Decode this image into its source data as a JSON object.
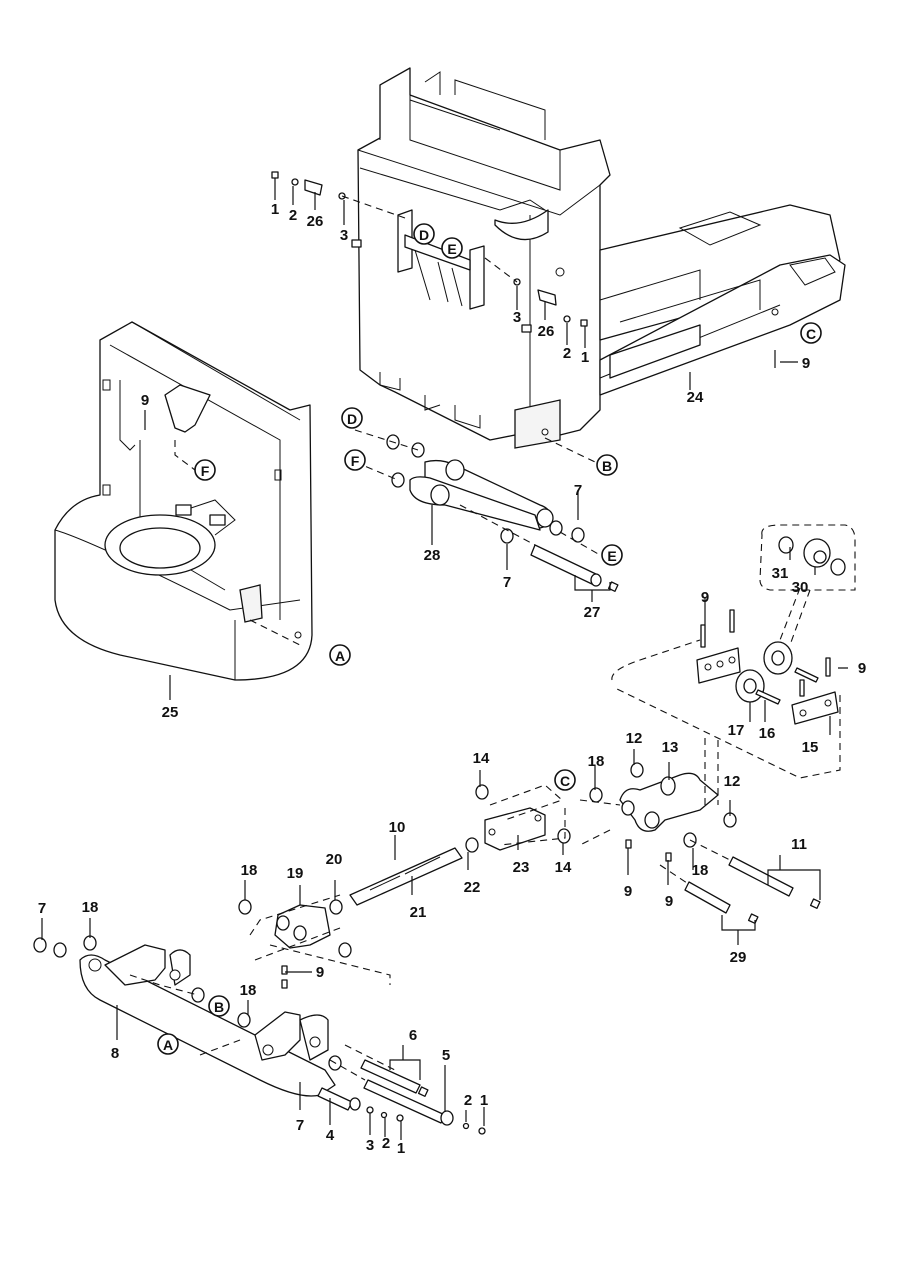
{
  "diagram": {
    "title": "Exploded parts diagram – pallet truck chassis, fork frame and lift linkage",
    "callouts": [
      {
        "id": "c1a",
        "label": "1",
        "part": "bolt"
      },
      {
        "id": "c2a",
        "label": "2",
        "part": "washer"
      },
      {
        "id": "c26a",
        "label": "26",
        "part": "pin"
      },
      {
        "id": "c3a",
        "label": "3",
        "part": "grease-nipple"
      },
      {
        "id": "c3b",
        "label": "3",
        "part": "grease-nipple"
      },
      {
        "id": "c26b",
        "label": "26",
        "part": "pin"
      },
      {
        "id": "c2b",
        "label": "2",
        "part": "washer"
      },
      {
        "id": "c1b",
        "label": "1",
        "part": "bolt"
      },
      {
        "id": "c9a",
        "label": "9",
        "part": "roll-pin"
      },
      {
        "id": "c24",
        "label": "24",
        "part": "fork-frame"
      },
      {
        "id": "c9b",
        "label": "9",
        "part": "roll-pin"
      },
      {
        "id": "c7a",
        "label": "7",
        "part": "bushing"
      },
      {
        "id": "c28",
        "label": "28",
        "part": "lever-arm"
      },
      {
        "id": "c7b",
        "label": "7",
        "part": "bushing"
      },
      {
        "id": "c27",
        "label": "27",
        "part": "shaft-assembly"
      },
      {
        "id": "c25",
        "label": "25",
        "part": "chassis-housing"
      },
      {
        "id": "c9c",
        "label": "9",
        "part": "roll-pin"
      },
      {
        "id": "c31",
        "label": "31",
        "part": "bearing"
      },
      {
        "id": "c30",
        "label": "30",
        "part": "roller"
      },
      {
        "id": "c9d",
        "label": "9",
        "part": "roll-pin"
      },
      {
        "id": "c17",
        "label": "17",
        "part": "roller"
      },
      {
        "id": "c16",
        "label": "16",
        "part": "axle"
      },
      {
        "id": "c15",
        "label": "15",
        "part": "side-plate"
      },
      {
        "id": "c12a",
        "label": "12",
        "part": "bushing"
      },
      {
        "id": "c13",
        "label": "13",
        "part": "rocker-link"
      },
      {
        "id": "c18a",
        "label": "18",
        "part": "bushing"
      },
      {
        "id": "c12b",
        "label": "12",
        "part": "bushing"
      },
      {
        "id": "c14a",
        "label": "14",
        "part": "bushing"
      },
      {
        "id": "c14b",
        "label": "14",
        "part": "bushing"
      },
      {
        "id": "c10",
        "label": "10",
        "part": "push-rod"
      },
      {
        "id": "c23",
        "label": "23",
        "part": "rod-end-block"
      },
      {
        "id": "c22",
        "label": "22",
        "part": "nut"
      },
      {
        "id": "c21",
        "label": "21",
        "part": "threaded-rod"
      },
      {
        "id": "c20",
        "label": "20",
        "part": "nut"
      },
      {
        "id": "c19",
        "label": "19",
        "part": "clevis"
      },
      {
        "id": "c18b",
        "label": "18",
        "part": "bushing"
      },
      {
        "id": "c9e",
        "label": "9",
        "part": "roll-pin"
      },
      {
        "id": "c9f",
        "label": "9",
        "part": "roll-pin"
      },
      {
        "id": "c18c",
        "label": "18",
        "part": "bushing"
      },
      {
        "id": "c11",
        "label": "11",
        "part": "shaft-assembly"
      },
      {
        "id": "c29",
        "label": "29",
        "part": "shaft-assembly"
      },
      {
        "id": "c7c",
        "label": "7",
        "part": "bushing"
      },
      {
        "id": "c18d",
        "label": "18",
        "part": "bushing"
      },
      {
        "id": "c9g",
        "label": "9",
        "part": "roll-pin"
      },
      {
        "id": "c18e",
        "label": "18",
        "part": "bushing"
      },
      {
        "id": "c8",
        "label": "8",
        "part": "lift-yoke"
      },
      {
        "id": "c6",
        "label": "6",
        "part": "shaft-assembly"
      },
      {
        "id": "c5",
        "label": "5",
        "part": "pin"
      },
      {
        "id": "c2c",
        "label": "2",
        "part": "washer"
      },
      {
        "id": "c1c",
        "label": "1",
        "part": "bolt"
      },
      {
        "id": "c7d",
        "label": "7",
        "part": "bushing"
      },
      {
        "id": "c4",
        "label": "4",
        "part": "pin"
      },
      {
        "id": "c3c",
        "label": "3",
        "part": "grease-nipple"
      },
      {
        "id": "c2d",
        "label": "2",
        "part": "washer"
      },
      {
        "id": "c1d",
        "label": "1",
        "part": "bolt"
      }
    ],
    "reference_markers": [
      {
        "id": "rD1",
        "label": "D"
      },
      {
        "id": "rE1",
        "label": "E"
      },
      {
        "id": "rC1",
        "label": "C"
      },
      {
        "id": "rF1",
        "label": "F"
      },
      {
        "id": "rD2",
        "label": "D"
      },
      {
        "id": "rB1",
        "label": "B"
      },
      {
        "id": "rF2",
        "label": "F"
      },
      {
        "id": "rE2",
        "label": "E"
      },
      {
        "id": "rA1",
        "label": "A"
      },
      {
        "id": "rC2",
        "label": "C"
      },
      {
        "id": "rB2",
        "label": "B"
      },
      {
        "id": "rA2",
        "label": "A"
      }
    ]
  }
}
